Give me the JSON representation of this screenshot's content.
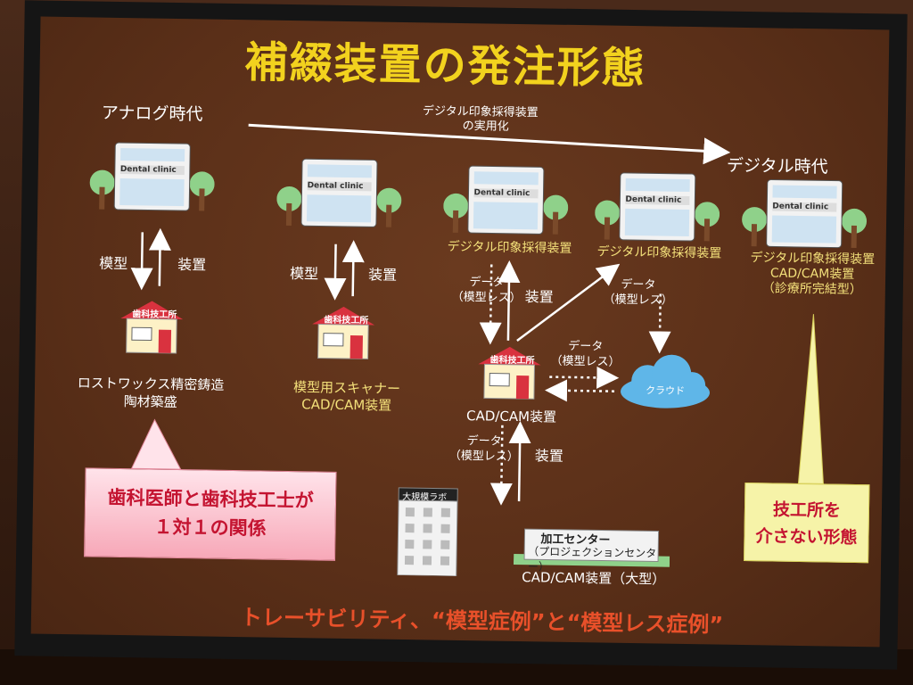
{
  "slide": {
    "title": "補綴装置の発注形態",
    "era_analog": "アナログ時代",
    "era_digital": "デジタル時代",
    "timeline_label_1": "デジタル印象採得装置",
    "timeline_label_2": "の実用化",
    "clinic_sign": "Dental clinic",
    "lab_sign": "歯科技工所",
    "col1": {
      "up": "装置",
      "down": "模型",
      "lab_caption_1": "ロストワックス精密鋳造",
      "lab_caption_2": "陶材築盛"
    },
    "col2": {
      "up": "装置",
      "down": "模型",
      "lab_caption_1": "模型用スキャナー",
      "lab_caption_2": "CAD/CAM装置"
    },
    "col3": {
      "clinic_caption": "デジタル印象採得装置",
      "down_1": "データ",
      "down_2": "（模型レス）",
      "up": "装置",
      "lab_caption": "CAD/CAM装置",
      "lab_down_1": "データ",
      "lab_down_2": "（模型レス）",
      "lab_up": "装置"
    },
    "col4": {
      "clinic_caption": "デジタル印象採得装置",
      "data_1": "データ",
      "data_2": "（模型レス）"
    },
    "col5": {
      "clinic_caption_1": "デジタル印象採得装置",
      "clinic_caption_2": "CAD/CAM装置",
      "clinic_caption_3": "（診療所完結型）"
    },
    "cloud": {
      "label": "クラウド",
      "data_1": "データ",
      "data_2": "（模型レス）"
    },
    "large_lab": "大規模ラボ",
    "processing_center_1": "加工センター",
    "processing_center_2": "（プロジェクションセンター）",
    "processing_caption": "CAD/CAM装置（大型）",
    "pink_box_1": "歯科医師と歯科技工士が",
    "pink_box_2": "１対１の関係",
    "yellow_box_1": "技工所を",
    "yellow_box_2": "介さない形態",
    "bottom_text": "トレーサビリティ、“模型症例”と“模型レス症例”",
    "colors": {
      "title": "#f2d21e",
      "accent_red": "#c41431",
      "bottom": "#e8502a",
      "caption_yellow": "#f3e07a",
      "background": "#5a2f18"
    }
  }
}
